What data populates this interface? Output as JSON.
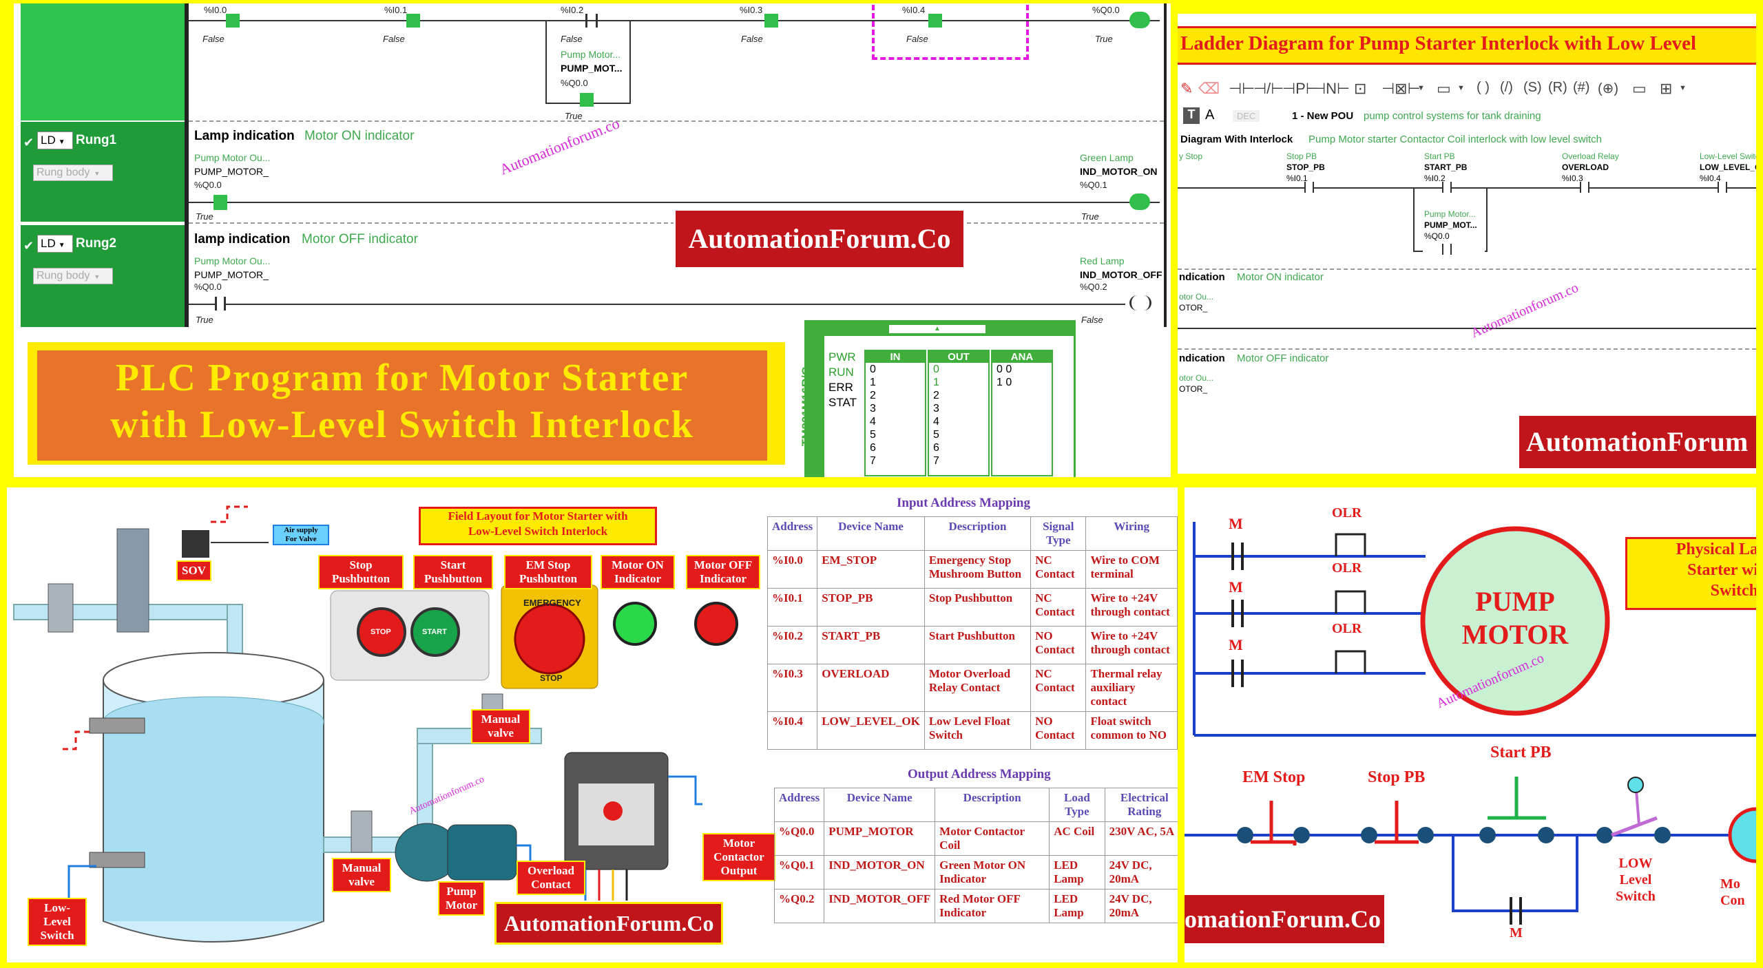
{
  "colors": {
    "frame": "#ffff00",
    "rung_green": "#1f9b3a",
    "brand_red": "#c0161b",
    "orange": "#e8742b",
    "water": "#bfe6f5"
  },
  "tl": {
    "top_contacts": [
      {
        "addr": "%I0.0",
        "state": "False"
      },
      {
        "addr": "%I0.1",
        "state": "False"
      },
      {
        "addr": "%I0.2",
        "state": "False"
      },
      {
        "addr": "%I0.3",
        "state": "False"
      },
      {
        "addr": "%I0.4",
        "state": "False"
      }
    ],
    "top_coil": {
      "addr": "%Q0.0",
      "state": "True"
    },
    "branch": {
      "name": "Pump Motor...",
      "sym": "PUMP_MOT...",
      "addr": "%Q0.0",
      "state": "True"
    },
    "rung1": {
      "type": "LD",
      "name": "Rung1",
      "body": "Rung body",
      "title": "Lamp indication",
      "comment": "Motor ON indicator",
      "c_name": "Pump Motor Ou...",
      "c_sym": "PUMP_MOTOR_",
      "c_addr": "%Q0.0",
      "c_state": "True",
      "coil_name": "Green Lamp",
      "coil_sym": "IND_MOTOR_ON",
      "coil_addr": "%Q0.1",
      "coil_state": "True"
    },
    "rung2": {
      "type": "LD",
      "name": "Rung2",
      "body": "Rung body",
      "title": "lamp indication",
      "comment": "Motor OFF indicator",
      "c_name": "Pump Motor Ou...",
      "c_sym": "PUMP_MOTOR_",
      "c_addr": "%Q0.0",
      "c_state": "True",
      "coil_name": "Red Lamp",
      "coil_sym": "IND_MOTOR_OFF",
      "coil_addr": "%Q0.2",
      "coil_state": "False"
    },
    "watermark": "Automationforum.co",
    "brand": "AutomationForum.Co",
    "title_line1": "PLC Program for Motor Starter",
    "title_line2": "with Low-Level Switch Interlock",
    "plc": {
      "model": "TM221M16R/G",
      "status": [
        "PWR",
        "RUN",
        "ERR",
        "STAT"
      ],
      "in_header": "IN",
      "out_header": "OUT",
      "ana_header": "ANA",
      "in": [
        "0",
        "1",
        "2",
        "3",
        "4",
        "5",
        "6",
        "7"
      ],
      "out": [
        "0",
        "1",
        "2",
        "3",
        "4",
        "5",
        "6",
        "7"
      ],
      "ana": [
        "0 0",
        "1 0"
      ]
    }
  },
  "tr": {
    "title": "Ladder Diagram for Pump Starter Interlock with Low Level",
    "dec": "DEC",
    "pou": "1 - New POU",
    "pou_desc": "pump control systems for tank draining",
    "rung_title": "Diagram With Interlock",
    "rung_comment": "Pump Motor starter Contactor Coil interlock with low level switch",
    "contacts": [
      {
        "name": "y Stop",
        "sym": "",
        "addr": ""
      },
      {
        "name": "Stop PB",
        "sym": "STOP_PB",
        "addr": "%I0.1"
      },
      {
        "name": "Start PB",
        "sym": "START_PB",
        "addr": "%I0.2"
      },
      {
        "name": "Overload Relay",
        "sym": "OVERLOAD",
        "addr": "%I0.3"
      },
      {
        "name": "Low-Level Switch",
        "sym": "LOW_LEVEL_OK",
        "addr": "%I0.4"
      }
    ],
    "branch": {
      "name": "Pump Motor...",
      "sym": "PUMP_MOT...",
      "addr": "%Q0.0"
    },
    "r1_title": "ndication",
    "r1_comment": "Motor ON indicator",
    "r1_l1": "otor Ou...",
    "r1_l2": "OTOR_",
    "r2_title": "ndication",
    "r2_comment": "Motor OFF indicator",
    "r2_l1": "otor Ou...",
    "r2_l2": "OTOR_",
    "watermark": "Automationforum.co",
    "brand": "AutomationForum"
  },
  "bl": {
    "title_line1": "Field Layout for Motor Starter with",
    "title_line2": "Low-Level Switch Interlock",
    "sov": "SOV",
    "air_line1": "Air supply",
    "air_line2": "For Valve",
    "stop_pb": "Stop Pushbutton",
    "start_pb": "Start Pushbutton",
    "em_pb": "EM Stop Pushbutton",
    "on_ind": "Motor ON Indicator",
    "off_ind": "Motor OFF Indicator",
    "stop_btn": "STOP",
    "start_btn": "START",
    "emergency": "EMERGENCY",
    "stop_ring": "STOP",
    "manual1": "Manual valve",
    "manual2": "Manual valve",
    "pump": "Pump Motor",
    "overload": "Overload Contact",
    "contactor": "Motor Contactor Output",
    "low_level": "Low-Level Switch",
    "watermark": "Automationforum.co",
    "brand": "AutomationForum.Co",
    "input_caption": "Input Address Mapping",
    "input_headers": [
      "Address",
      "Device Name",
      "Description",
      "Signal Type",
      "Wiring"
    ],
    "input_rows": [
      [
        "%I0.0",
        "EM_STOP",
        "Emergency Stop Mushroom Button",
        "NC Contact",
        "Wire to COM terminal"
      ],
      [
        "%I0.1",
        "STOP_PB",
        "Stop Pushbutton",
        "NC Contact",
        "Wire to +24V through contact"
      ],
      [
        "%I0.2",
        "START_PB",
        "Start Pushbutton",
        "NO Contact",
        "Wire to +24V through contact"
      ],
      [
        "%I0.3",
        "OVERLOAD",
        "Motor Overload Relay Contact",
        "NC Contact",
        "Thermal relay auxiliary contact"
      ],
      [
        "%I0.4",
        "LOW_LEVEL_OK",
        "Low Level Float Switch",
        "NO Contact",
        "Float switch common to NO"
      ]
    ],
    "output_caption": "Output Address Mapping",
    "output_headers": [
      "Address",
      "Device Name",
      "Description",
      "Load Type",
      "Electrical Rating"
    ],
    "output_rows": [
      [
        "%Q0.0",
        "PUMP_MOTOR",
        "Motor Contactor Coil",
        "AC Coil",
        "230V AC, 5A"
      ],
      [
        "%Q0.1",
        "IND_MOTOR_ON",
        "Green Motor ON Indicator",
        "LED Lamp",
        "24V DC, 20mA"
      ],
      [
        "%Q0.2",
        "IND_MOTOR_OFF",
        "Red Motor OFF Indicator",
        "LED Lamp",
        "24V DC, 20mA"
      ]
    ]
  },
  "br": {
    "m": "M",
    "olr": "OLR",
    "motor_line1": "PUMP",
    "motor_line2": "MOTOR",
    "phys_line1": "Physical La",
    "phys_line2": "Starter wi",
    "phys_line3": "Switch",
    "watermark": "Automationforum.co",
    "start_pb": "Start PB",
    "em_stop": "EM Stop",
    "stop_pb": "Stop PB",
    "low_line1": "LOW",
    "low_line2": "Level",
    "low_line3": "Switch",
    "mc_line1": "Mo",
    "mc_line2": "Con",
    "m_bottom": "M",
    "brand": "omationForum.Co"
  }
}
